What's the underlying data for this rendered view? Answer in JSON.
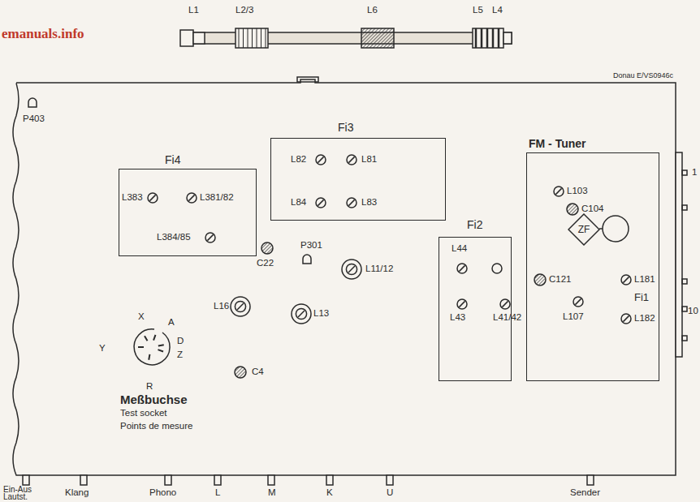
{
  "diagram": {
    "nodes": [
      {
        "text": [
          "Fi4"
        ]
      },
      {
        "text": [
          "Fi3"
        ]
      },
      {
        "text": [
          "Fi2"
        ]
      },
      {
        "text": [
          "FM - Tuner"
        ]
      },
      {
        "text": [
          "ZF"
        ],
        "in": 3
      }
    ],
    "labels": [
      "emanuals.info",
      "L1",
      "L2/3",
      "L6",
      "L5",
      "L4",
      "Donau E/VS0946c",
      "P403",
      "L383",
      "L381/82",
      "L384/85",
      "L82",
      "L81",
      "L84",
      "L83",
      "C22",
      "P301",
      "L11/12",
      "L16",
      "L13",
      "C4",
      "X",
      "A",
      "Y",
      "D",
      "Z",
      "R",
      "Meßbuchse",
      "Test socket",
      "Points de mesure",
      "L44",
      "L43",
      "L41/42",
      "L103",
      "C104",
      "C121",
      "L181",
      "L107",
      "Fi1",
      "L182",
      "1",
      "10",
      "Ein-Aus Lautst.",
      "Klang",
      "Phono",
      "L",
      "M",
      "K",
      "U",
      "Sender"
    ]
  }
}
